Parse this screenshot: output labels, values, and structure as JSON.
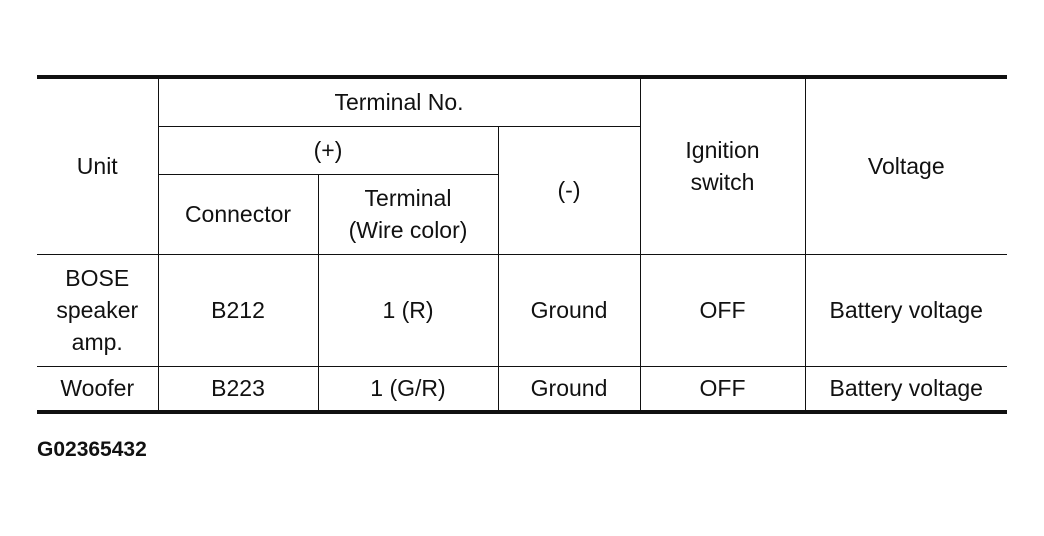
{
  "table": {
    "headers": {
      "unit": "Unit",
      "terminal_no": "Terminal No.",
      "plus": "(+)",
      "minus": "(-)",
      "connector": "Connector",
      "terminal_line1": "Terminal",
      "terminal_line2": "(Wire color)",
      "ignition_line1": "Ignition",
      "ignition_line2": "switch",
      "voltage": "Voltage"
    },
    "rows": [
      {
        "unit_lines": [
          "BOSE",
          "speaker",
          "amp."
        ],
        "connector": "B212",
        "terminal": "1 (R)",
        "minus": "Ground",
        "ignition": "OFF",
        "voltage": "Battery voltage"
      },
      {
        "unit_lines": [
          "Woofer"
        ],
        "connector": "B223",
        "terminal": "1 (G/R)",
        "minus": "Ground",
        "ignition": "OFF",
        "voltage": "Battery voltage"
      }
    ]
  },
  "figure_id": "G02365432"
}
